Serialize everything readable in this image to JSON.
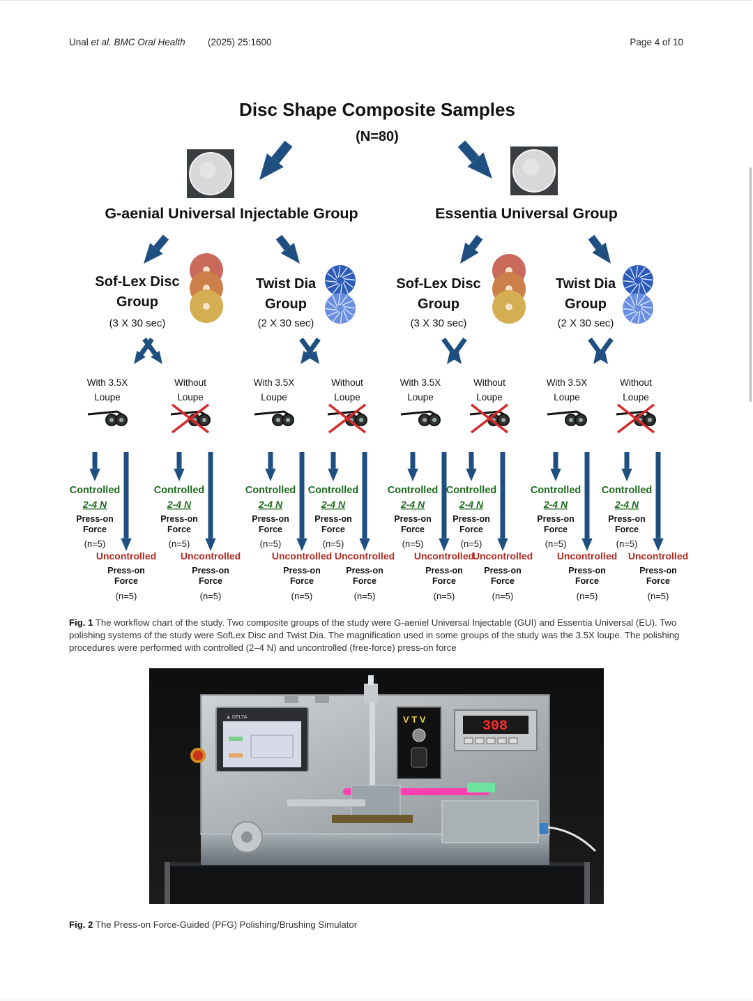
{
  "header": {
    "author": "Unal",
    "journal_prefix": "et al. BMC Oral Health",
    "year_volume": "(2025) 25:1600",
    "page": "Page 4 of 10"
  },
  "figure1": {
    "title": "Disc Shape Composite Samples",
    "total": "(N=80)",
    "groups": [
      {
        "name": "G-aenial Universal Injectable Group",
        "subgroups": [
          {
            "name_line1": "Sof-Lex Disc",
            "name_line2": "Group",
            "time": "(3 X 30 sec)"
          },
          {
            "name_line1": "Twist Dia",
            "name_line2": "Group",
            "time": "(2 X 30 sec)"
          }
        ]
      },
      {
        "name": "Essentia Universal Group",
        "subgroups": [
          {
            "name_line1": "Sof-Lex Disc",
            "name_line2": "Group",
            "time": "(3 X 30 sec)"
          },
          {
            "name_line1": "Twist Dia",
            "name_line2": "Group",
            "time": "(2 X 30 sec)"
          }
        ]
      }
    ],
    "with_loupe": [
      "With 3.5X",
      "Loupe"
    ],
    "without_loupe": [
      "Without",
      "Loupe"
    ],
    "controlled": "Controlled",
    "force_range": "2-4 N",
    "uncontrolled": "Uncontrolled",
    "press_on": "Press-on",
    "force": "Force",
    "n_each": "(n=5)",
    "colors": {
      "arrow": "#1f4f80",
      "controlled": "#1e6b1e",
      "uncontrolled": "#b42a22",
      "disc_red": "#c96a5d",
      "disc_orange": "#cc7f48",
      "disc_yellow": "#d5ad52",
      "twist_blue": "#2c5bb8"
    }
  },
  "captions": {
    "fig1_label": "Fig. 1",
    "fig1_text": "The workflow chart of the study. Two composite groups of the study were G-aeniel Universal Injectable (GUI) and Essentia Universal (EU). Two polishing systems of the study were SofLex Disc and Twist Dia. The magnification used in some groups of the study was the 3.5X loupe. The polishing procedures were performed with controlled (2–4 N) and uncontrolled (free-force) press-on force",
    "fig2_label": "Fig. 2",
    "fig2_text": "The Press-on Force-Guided (PFG) Polishing/Brushing Simulator"
  },
  "figure2": {
    "display_reading": "308",
    "panel_label": "V T V"
  }
}
